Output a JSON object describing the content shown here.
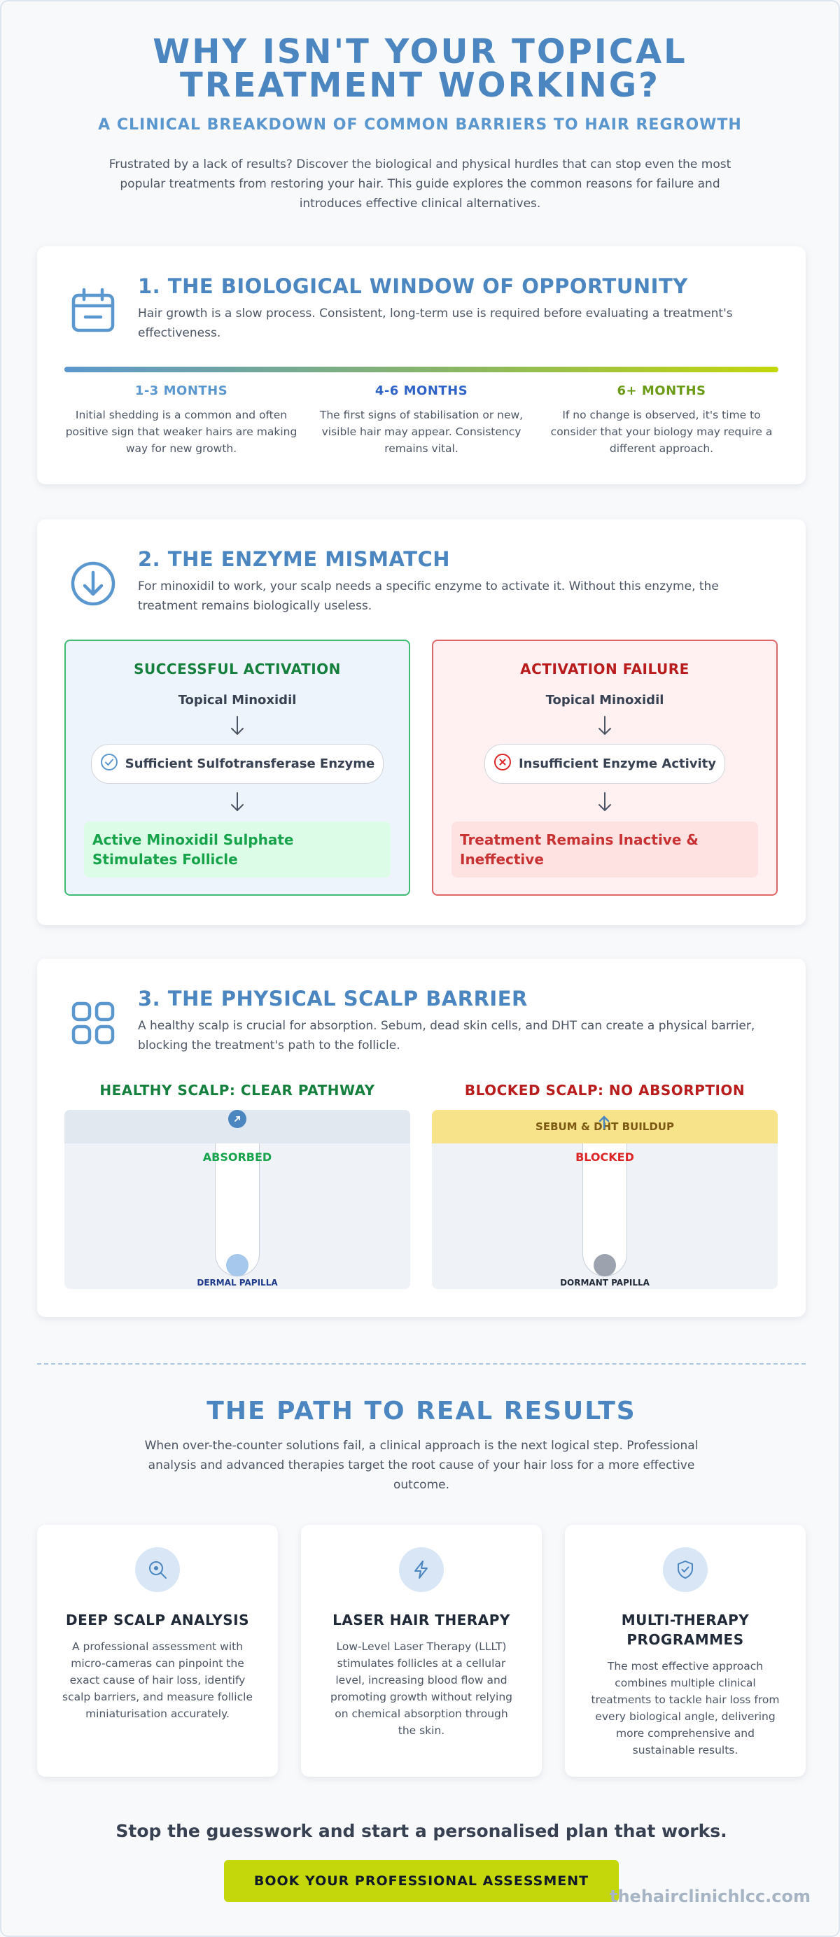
{
  "hero": {
    "title": "WHY ISN'T YOUR TOPICAL TREATMENT WORKING?",
    "subtitle": "A CLINICAL BREAKDOWN OF COMMON BARRIERS TO HAIR REGROWTH",
    "intro": "Frustrated by a lack of results? Discover the biological and physical hurdles that can stop even the most popular treatments from restoring your hair. This guide explores the common reasons for failure and introduces effective clinical alternatives."
  },
  "section1": {
    "icon": "calendar-icon",
    "title": "1. THE BIOLOGICAL WINDOW OF OPPORTUNITY",
    "description": "Hair growth is a slow process. Consistent, long-term use is required before evaluating a treatment's effectiveness.",
    "phases": [
      {
        "label": "1-3 MONTHS",
        "color": "#5b97cf",
        "text": "Initial shedding is a common and often positive sign that weaker hairs are making way for new growth."
      },
      {
        "label": "4-6 MONTHS",
        "color": "#2f63c7",
        "text": "The first signs of stabilisation or new, visible hair may appear. Consistency remains vital."
      },
      {
        "label": "6+ MONTHS",
        "color": "#6b9a16",
        "text": "If no change is observed, it's time to consider that your biology may require a different approach."
      }
    ]
  },
  "section2": {
    "icon": "arrow-down-circle-icon",
    "title": "2. THE ENZYME MISMATCH",
    "description": "For minoxidil to work, your scalp needs a specific enzyme to activate it. Without this enzyme, the treatment remains biologically useless.",
    "success": {
      "title": "SUCCESSFUL ACTIVATION",
      "title_color": "#15803d",
      "drug": "Topical Minoxidil",
      "enzyme": "Sufficient Sulfotransferase Enzyme",
      "result": "Active Minoxidil Sulphate Stimulates Follicle"
    },
    "failure": {
      "title": "ACTIVATION FAILURE",
      "title_color": "#b91c1c",
      "drug": "Topical Minoxidil",
      "enzyme": "Insufficient Enzyme Activity",
      "result": "Treatment Remains Inactive & Ineffective"
    }
  },
  "section3": {
    "icon": "grid-icon",
    "title": "3. THE PHYSICAL SCALP BARRIER",
    "description": "A healthy scalp is crucial for absorption. Sebum, dead skin cells, and DHT can create a physical barrier, blocking the treatment's path to the follicle.",
    "healthy": {
      "title": "HEALTHY SCALP: CLEAR PATHWAY",
      "title_color": "#15803d",
      "status": "ABSORBED",
      "papilla": "DERMAL PAPILLA"
    },
    "blocked": {
      "title": "BLOCKED SCALP: NO ABSORPTION",
      "title_color": "#b91c1c",
      "layer": "SEBUM & DHT BUILDUP",
      "status": "BLOCKED",
      "papilla": "DORMANT PAPILLA"
    }
  },
  "results": {
    "title": "THE PATH TO REAL RESULTS",
    "description": "When over-the-counter solutions fail, a clinical approach is the next logical step. Professional analysis and advanced therapies target the root cause of your hair loss for a more effective outcome.",
    "cards": [
      {
        "icon": "magnifier-icon",
        "title": "DEEP SCALP ANALYSIS",
        "text": "A professional assessment with micro-cameras can pinpoint the exact cause of hair loss, identify scalp barriers, and measure follicle miniaturisation accurately."
      },
      {
        "icon": "lightning-icon",
        "title": "LASER HAIR THERAPY",
        "text": "Low-Level Laser Therapy (LLLT) stimulates follicles at a cellular level, increasing blood flow and promoting growth without relying on chemical absorption through the skin."
      },
      {
        "icon": "shield-check-icon",
        "title": "MULTI-THERAPY PROGRAMMES",
        "text": "The most effective approach combines multiple clinical treatments to tackle hair loss from every biological angle, delivering more comprehensive and sustainable results."
      }
    ]
  },
  "cta": {
    "headline": "Stop the guesswork and start a personalised plan that works.",
    "button": "BOOK YOUR PROFESSIONAL ASSESSMENT",
    "button_color": "#c4d70a"
  },
  "watermark": "thehairclinichlcc.com"
}
